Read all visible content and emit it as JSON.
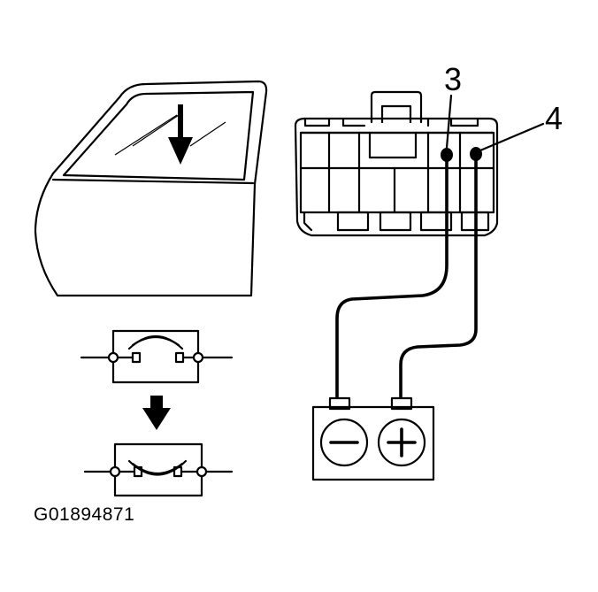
{
  "figure": {
    "id_code": "G01894871"
  },
  "connector": {
    "pin_labels": [
      {
        "pin": "3"
      },
      {
        "pin": "4"
      }
    ]
  },
  "battery": {
    "negative_symbol": "−",
    "positive_symbol": "+"
  },
  "switch_states": [
    {
      "state": "before-press"
    },
    {
      "state": "after-press"
    }
  ]
}
